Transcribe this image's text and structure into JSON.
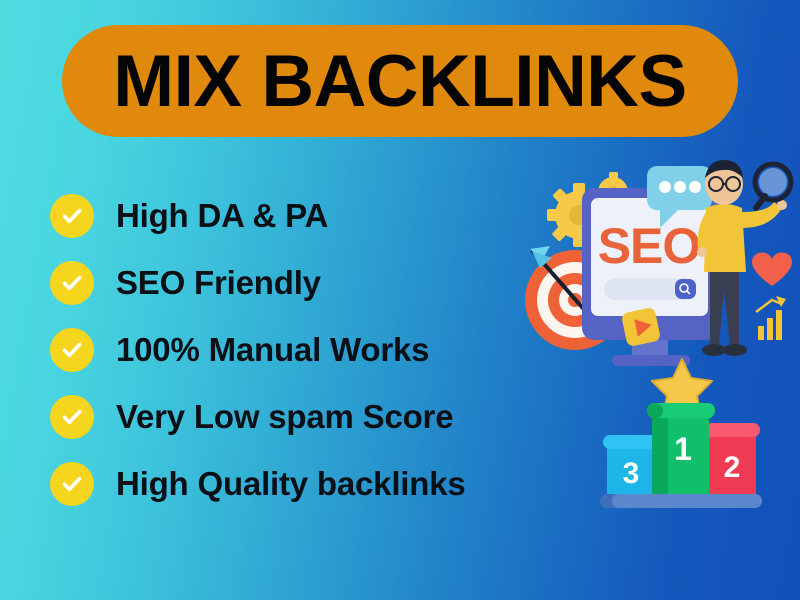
{
  "background": {
    "gradient_start": "#4fdde1",
    "gradient_end": "#1150ba",
    "direction": "left-to-right"
  },
  "banner": {
    "title": "MIX BACKLINKS",
    "background_color": "#e0890c",
    "text_color": "#050505"
  },
  "features": {
    "bullet_icon": "check-circle-icon",
    "bullet_color": "#f5d51e",
    "check_color": "#ffffff",
    "text_color": "#0b1016",
    "items": [
      {
        "label": "High DA & PA"
      },
      {
        "label": "SEO Friendly"
      },
      {
        "label": "100% Manual Works"
      },
      {
        "label": "Very Low spam Score"
      },
      {
        "label": "High Quality backlinks"
      }
    ]
  },
  "illustration": {
    "name": "seo-illustration",
    "monitor_screen_text": "SEO",
    "seo_text_color": "#e8633a",
    "elements": [
      "gear-icon",
      "chat-bubble-icon",
      "monitor-icon",
      "search-bar-icon",
      "search-magnifier-icon",
      "target-dartboard-icon",
      "arrow-icon",
      "play-button-icon",
      "heart-icon",
      "bar-chart-icon",
      "person-with-magnifier-icon"
    ],
    "colors": {
      "gear": "#f7c948",
      "monitor_frame": "#5564c4",
      "screen": "#eef1fa",
      "chat_bubble": "#7fd0e8",
      "target_outer": "#ef6137",
      "heart": "#f0604a",
      "shirt": "#f2c437",
      "pants": "#3a3f52",
      "hair": "#1d2333"
    }
  },
  "podium": {
    "name": "winners-podium",
    "star_color": "#f5c84c",
    "places": [
      {
        "rank": "3",
        "color": "#1eb6e8",
        "height_pct": 52
      },
      {
        "rank": "1",
        "color": "#0fbf6a",
        "height_pct": 100
      },
      {
        "rank": "2",
        "color": "#ef3b53",
        "height_pct": 66
      }
    ],
    "base_color": "#3f6fbb"
  }
}
